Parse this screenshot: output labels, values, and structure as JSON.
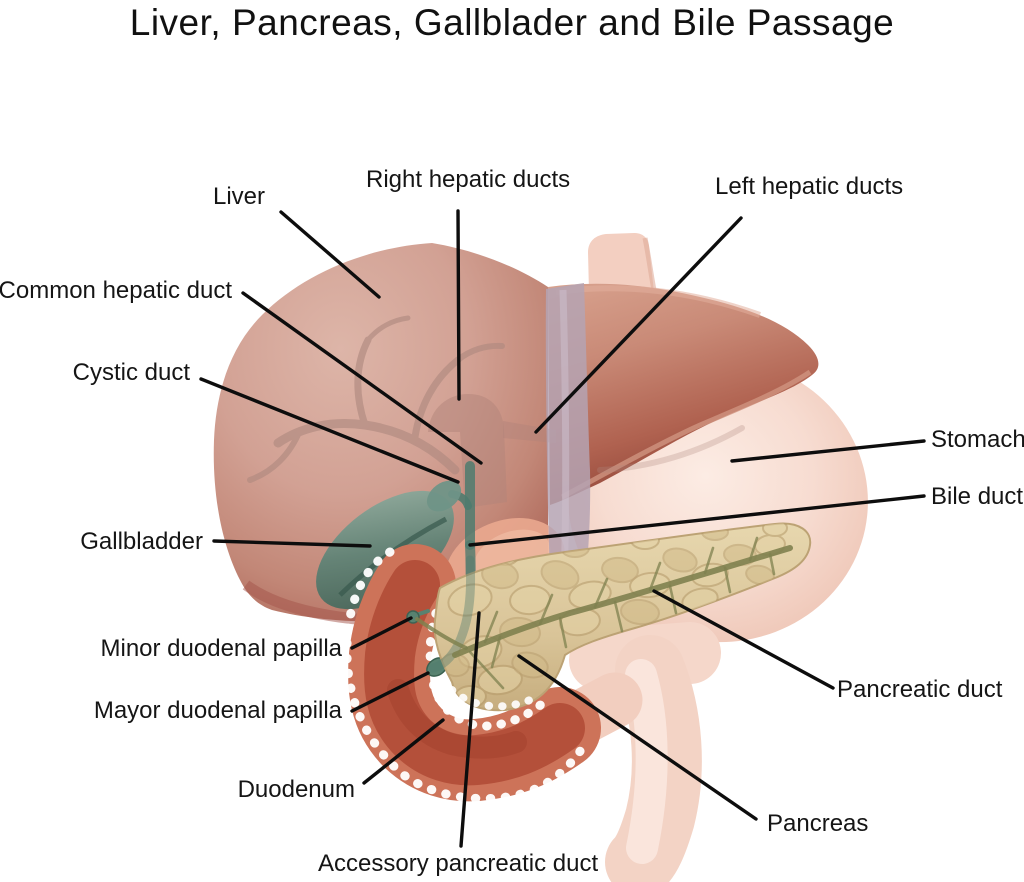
{
  "title": "Liver, Pancreas, Gallblader and Bile Passage",
  "labels": {
    "liver": "Liver",
    "right_hepatic_ducts": "Right hepatic ducts",
    "left_hepatic_ducts": "Left hepatic ducts",
    "common_hepatic_duct": "Common hepatic duct",
    "cystic_duct": "Cystic duct",
    "stomach": "Stomach",
    "bile_duct": "Bile duct",
    "gallbladder": "Gallbladder",
    "minor_duodenal_papilla": "Minor duodenal papilla",
    "mayor_duodenal_papilla": "Mayor duodenal papilla",
    "duodenum": "Duodenum",
    "accessory_pancreatic_duct": "Accessory pancreatic duct",
    "pancreas": "Pancreas",
    "pancreatic_duct": "Pancreatic duct"
  },
  "palette": {
    "background": "#ffffff",
    "text": "#151515",
    "leader_line": "#0d0d0d",
    "liver_right_lobe": "#d0a093",
    "liver_left_lobe": "#b06250",
    "falciform_ligament": "#b5a3b3",
    "gallbladder": "#5d8376",
    "bile_duct": "#4f7b6e",
    "stomach": "#f6d9cd",
    "esophagus": "#f3cfc1",
    "duodenum_wall": "#cd7359",
    "duodenum_inner": "#b4503a",
    "pancreas": "#d9c498",
    "pancreatic_duct": "#7f814f",
    "papilla": "#588270"
  }
}
